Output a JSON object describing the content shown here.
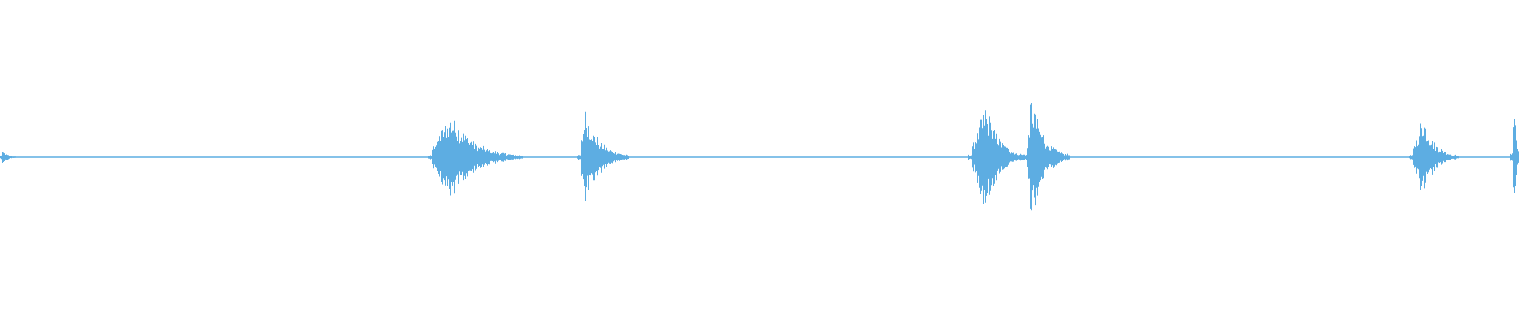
{
  "waveform": {
    "color": "#5dade2",
    "baseline_color": "#5dade2",
    "bursts": [
      {
        "position": 0.0,
        "peak": 0.08,
        "length": 0.012,
        "attack": 0.15
      },
      {
        "position": 0.284,
        "peak": 0.58,
        "length": 0.06,
        "attack": 0.2
      },
      {
        "position": 0.382,
        "peak": 0.64,
        "length": 0.032,
        "attack": 0.1
      },
      {
        "position": 0.64,
        "peak": 0.7,
        "length": 0.035,
        "attack": 0.25
      },
      {
        "position": 0.676,
        "peak": 0.82,
        "length": 0.028,
        "attack": 0.1
      },
      {
        "position": 0.93,
        "peak": 0.55,
        "length": 0.03,
        "attack": 0.22
      },
      {
        "position": 0.996,
        "peak": 0.98,
        "length": 0.004,
        "attack": 0.05
      }
    ]
  }
}
